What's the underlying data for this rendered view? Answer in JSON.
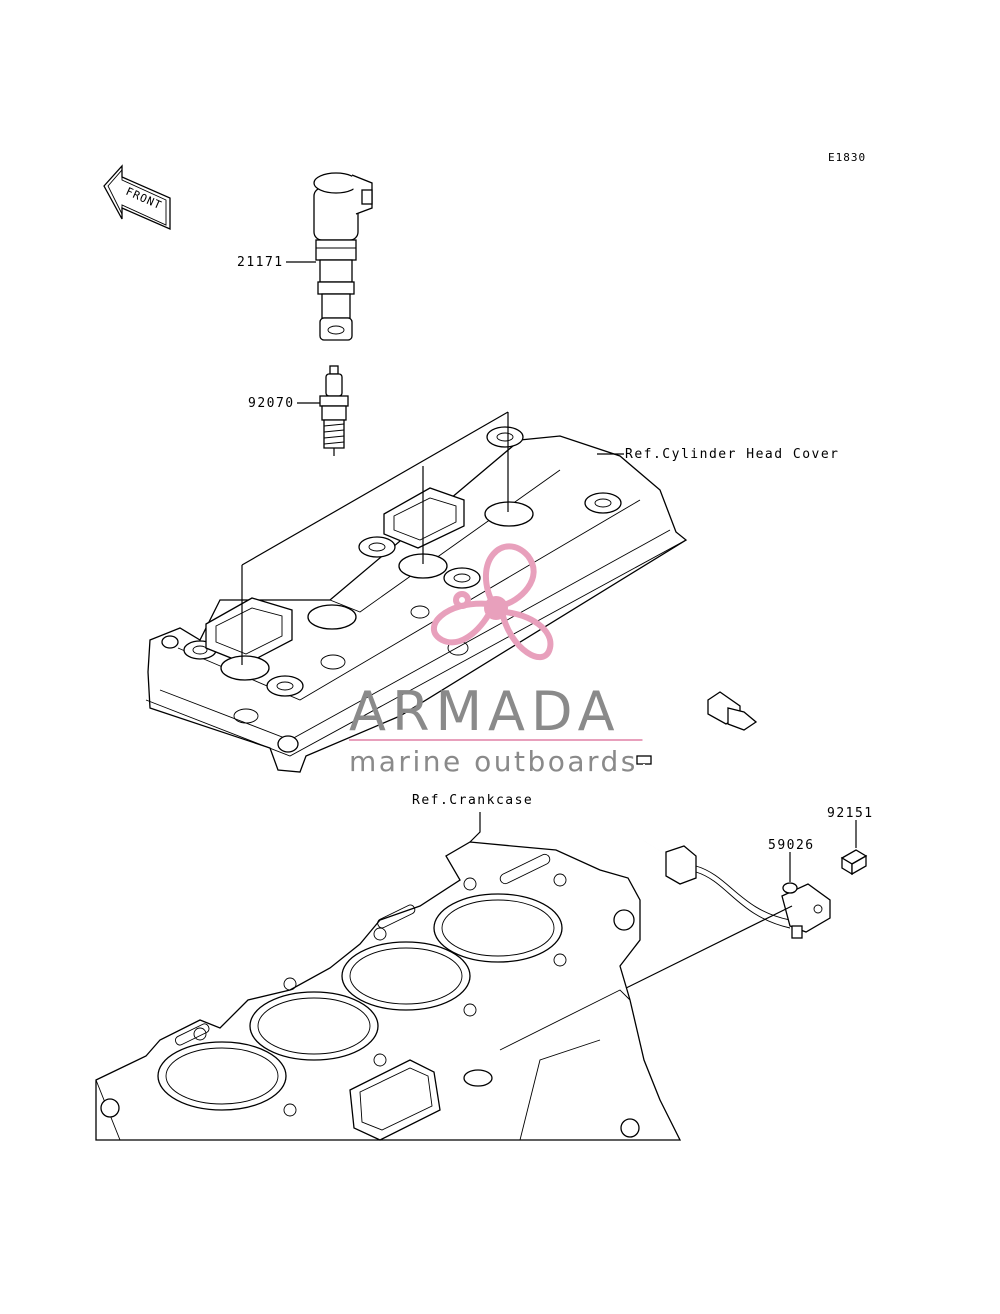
{
  "diagram": {
    "code": "E1830",
    "front_label": "FRONT",
    "parts": [
      {
        "number": "21171"
      },
      {
        "number": "92070"
      },
      {
        "number": "92151"
      },
      {
        "number": "59026"
      }
    ],
    "refs": {
      "cylinder_head_cover": "Ref.Cylinder Head Cover",
      "crankcase": "Ref.Crankcase"
    }
  },
  "watermark": {
    "brand": "ARMADA",
    "tagline": "marine outboards",
    "colors": {
      "text": "#8a8a8a",
      "logo": "#e8a0bc"
    }
  }
}
